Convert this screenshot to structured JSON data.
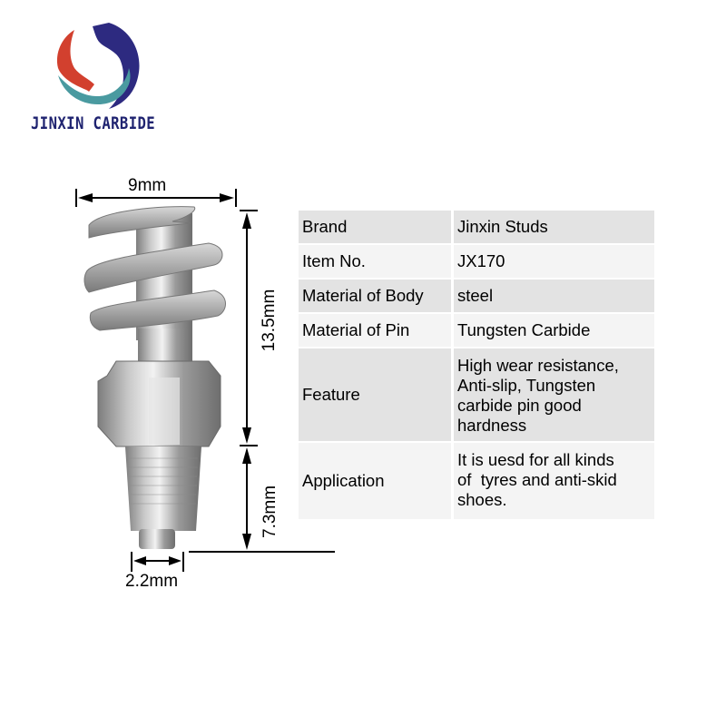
{
  "logo": {
    "company_name": "JINXIN CARBIDE",
    "colors": {
      "red": "#d2402e",
      "teal": "#4a9aa0",
      "navy": "#2d2a80"
    }
  },
  "product": {
    "image_alt": "Screw-in spiral tyre stud with tungsten carbide pin",
    "dimensions": {
      "width_top": "9mm",
      "height_upper": "13.5mm",
      "height_lower": "7.3mm",
      "pin_diameter": "2.2mm"
    }
  },
  "spec_table": {
    "rows": [
      {
        "key": "Brand",
        "value": "Jinxin Studs"
      },
      {
        "key": "Item No.",
        "value": "JX170"
      },
      {
        "key": "Material of Body",
        "value": "steel"
      },
      {
        "key": "Material of Pin",
        "value": "Tungsten Carbide"
      },
      {
        "key": "Feature",
        "value_lines": [
          "High wear resistance,",
          "Anti-slip, Tungsten",
          "carbide pin good",
          "hardness"
        ]
      },
      {
        "key": "Application",
        "value_lines": [
          "It is uesd for all kinds",
          "of  tyres and anti-skid",
          "shoes."
        ]
      }
    ],
    "colors": {
      "row_dark": "#e3e3e3",
      "row_light": "#f4f4f4"
    }
  }
}
